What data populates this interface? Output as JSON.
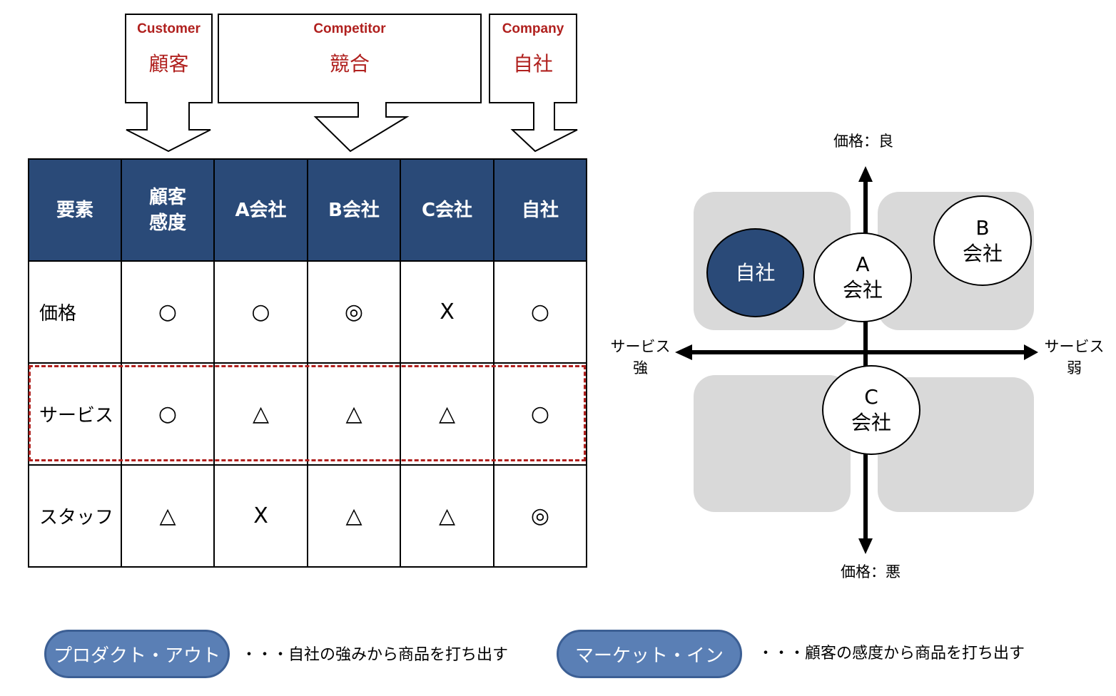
{
  "callouts": [
    {
      "en": "Customer",
      "jp": "顧客"
    },
    {
      "en": "Competitor",
      "jp": "競合"
    },
    {
      "en": "Company",
      "jp": "自社"
    }
  ],
  "table": {
    "headers": [
      "要素",
      "顧客\n感度",
      "A会社",
      "B会社",
      "C会社",
      "自社"
    ],
    "rows": [
      {
        "label": "価格",
        "cells": [
          "○",
          "○",
          "◎",
          "X",
          "○"
        ]
      },
      {
        "label": "サービス",
        "cells": [
          "○",
          "△",
          "△",
          "△",
          "○"
        ],
        "highlighted": true
      },
      {
        "label": "スタッフ",
        "cells": [
          "△",
          "X",
          "△",
          "△",
          "◎"
        ]
      }
    ]
  },
  "positioning_map": {
    "axis_top": "価格：良",
    "axis_bottom": "価格：悪",
    "axis_left": [
      "サービス",
      "強"
    ],
    "axis_right": [
      "サービス",
      "弱"
    ],
    "bubbles": [
      {
        "label": "自社",
        "highlighted": true
      },
      {
        "label_top": "A",
        "label_bottom": "会社"
      },
      {
        "label_top": "B",
        "label_bottom": "会社"
      },
      {
        "label_top": "C",
        "label_bottom": "会社"
      }
    ]
  },
  "legend": [
    {
      "pill": "プロダクト・アウト",
      "description": "・・・自社の強みから商品を打ち出す"
    },
    {
      "pill": "マーケット・イン",
      "description": "・・・顧客の感度から商品を打ち出す"
    }
  ],
  "colors": {
    "header_bg": "#2a4a78",
    "accent_red": "#b0201e",
    "pill_bg": "#5a7fb5",
    "quadrant_bg": "#d9d9d9"
  }
}
